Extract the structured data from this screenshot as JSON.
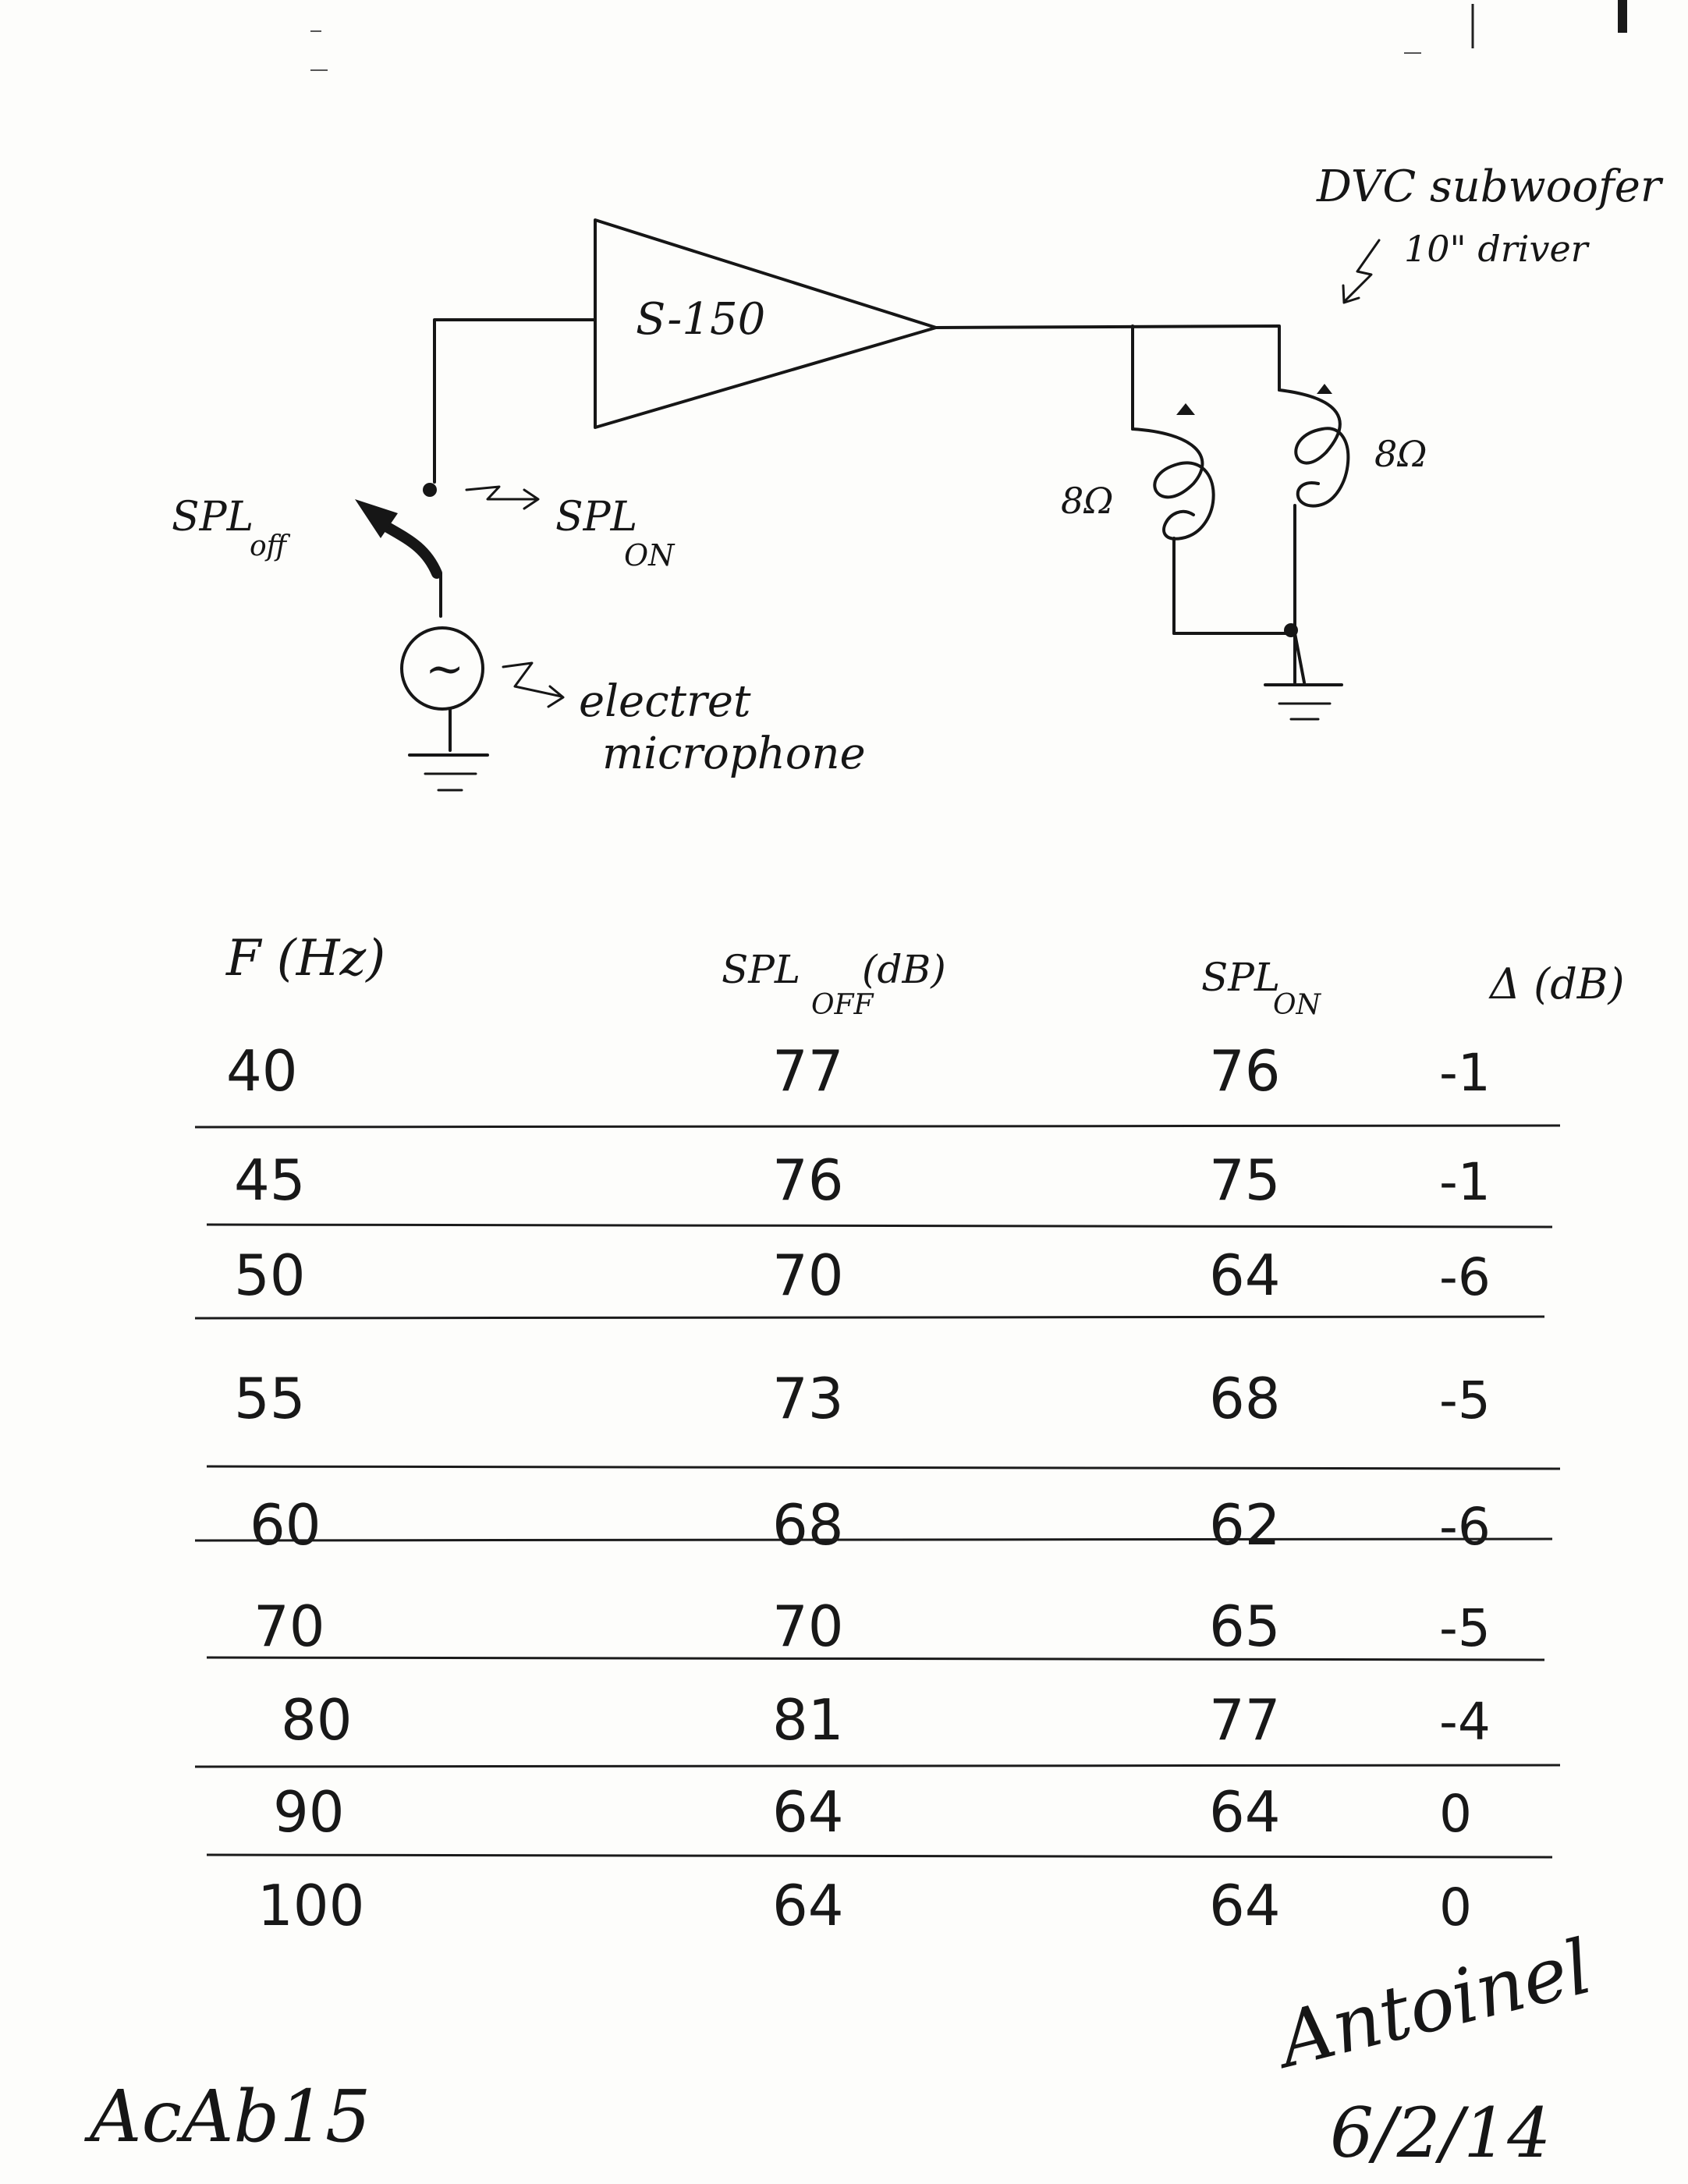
{
  "schematic": {
    "amp_label": "S-150",
    "speaker_label_line1": "DVC subwoofer",
    "speaker_label_line2": "10\" driver",
    "coil_left_impedance": "8Ω",
    "coil_right_impedance": "8Ω",
    "coil_phase_mark": "Δ",
    "switch_off_label": "SPL",
    "switch_off_sub": "off",
    "switch_on_label": "SPL",
    "switch_on_sub": "ON",
    "source_symbol": "~",
    "mic_label_line1": "electret",
    "mic_label_line2": "microphone"
  },
  "table": {
    "headers": {
      "freq": "F (Hz)",
      "spl_off": "SPL",
      "spl_off_sub": "OFF",
      "spl_off_unit": "(dB)",
      "spl_on": "SPL",
      "spl_on_sub": "ON",
      "delta": "Δ (dB)"
    },
    "rows": [
      {
        "f": "40",
        "off": "77",
        "on": "76",
        "delta": "-1"
      },
      {
        "f": "45",
        "off": "76",
        "on": "75",
        "delta": "-1"
      },
      {
        "f": "50",
        "off": "70",
        "on": "64",
        "delta": "-6"
      },
      {
        "f": "55",
        "off": "73",
        "on": "68",
        "delta": "-5"
      },
      {
        "f": "60",
        "off": "68",
        "on": "62",
        "delta": "-6"
      },
      {
        "f": "70",
        "off": "70",
        "on": "65",
        "delta": "-5"
      },
      {
        "f": "80",
        "off": "81",
        "on": "77",
        "delta": "-4"
      },
      {
        "f": "90",
        "off": "64",
        "on": "64",
        "delta": "0"
      },
      {
        "f": "100",
        "off": "64",
        "on": "64",
        "delta": "0"
      }
    ]
  },
  "footer": {
    "code": "AcAb15",
    "signature": "Antoinel",
    "date": "6/2/14"
  }
}
